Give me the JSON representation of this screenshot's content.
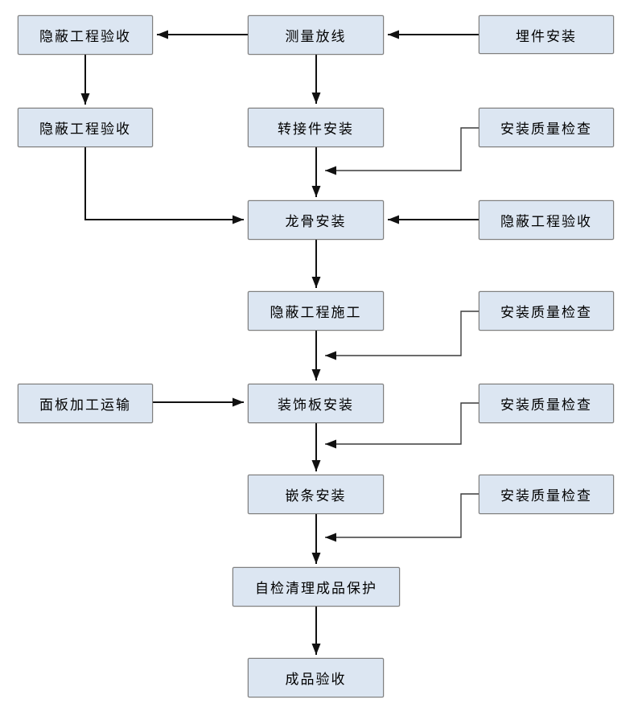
{
  "diagram": {
    "type": "flowchart",
    "language": "zh-CN",
    "colors": {
      "node_fill": "#dce6f2",
      "node_border": "#7f7f7f",
      "arrow": "#111111",
      "background": "#ffffff"
    },
    "nodes": [
      {
        "id": "hidden-work-acceptance-1",
        "label": "隐蔽工程验收"
      },
      {
        "id": "measure-layout",
        "label": "测量放线"
      },
      {
        "id": "embedded-parts-install",
        "label": "埋件安装"
      },
      {
        "id": "hidden-work-acceptance-2",
        "label": "隐蔽工程验收"
      },
      {
        "id": "adapter-install",
        "label": "转接件安装"
      },
      {
        "id": "quality-check-1",
        "label": "安装质量检查"
      },
      {
        "id": "keel-install",
        "label": "龙骨安装"
      },
      {
        "id": "hidden-work-acceptance-3",
        "label": "隐蔽工程验收"
      },
      {
        "id": "hidden-work-construction",
        "label": "隐蔽工程施工"
      },
      {
        "id": "quality-check-2",
        "label": "安装质量检查"
      },
      {
        "id": "panel-processing-transport",
        "label": "面板加工运输"
      },
      {
        "id": "decorative-panel-install",
        "label": "装饰板安装"
      },
      {
        "id": "quality-check-3",
        "label": "安装质量检查"
      },
      {
        "id": "inlay-strip-install",
        "label": "嵌条安装"
      },
      {
        "id": "quality-check-4",
        "label": "安装质量检查"
      },
      {
        "id": "self-check-cleanup-protection",
        "label": "自检清理成品保护"
      },
      {
        "id": "finished-product-acceptance",
        "label": "成品验收"
      }
    ],
    "edges": [
      {
        "from": "embedded-parts-install",
        "to": "measure-layout"
      },
      {
        "from": "measure-layout",
        "to": "hidden-work-acceptance-1"
      },
      {
        "from": "hidden-work-acceptance-1",
        "to": "hidden-work-acceptance-2"
      },
      {
        "from": "measure-layout",
        "to": "adapter-install"
      },
      {
        "from": "adapter-install",
        "to": "keel-install"
      },
      {
        "from": "quality-check-1",
        "to": "keel-install"
      },
      {
        "from": "hidden-work-acceptance-2",
        "to": "keel-install"
      },
      {
        "from": "hidden-work-acceptance-3",
        "to": "keel-install"
      },
      {
        "from": "keel-install",
        "to": "hidden-work-construction"
      },
      {
        "from": "hidden-work-construction",
        "to": "decorative-panel-install"
      },
      {
        "from": "quality-check-2",
        "to": "decorative-panel-install"
      },
      {
        "from": "panel-processing-transport",
        "to": "decorative-panel-install"
      },
      {
        "from": "decorative-panel-install",
        "to": "inlay-strip-install"
      },
      {
        "from": "quality-check-3",
        "to": "inlay-strip-install"
      },
      {
        "from": "inlay-strip-install",
        "to": "self-check-cleanup-protection"
      },
      {
        "from": "quality-check-4",
        "to": "self-check-cleanup-protection"
      },
      {
        "from": "self-check-cleanup-protection",
        "to": "finished-product-acceptance"
      }
    ]
  }
}
